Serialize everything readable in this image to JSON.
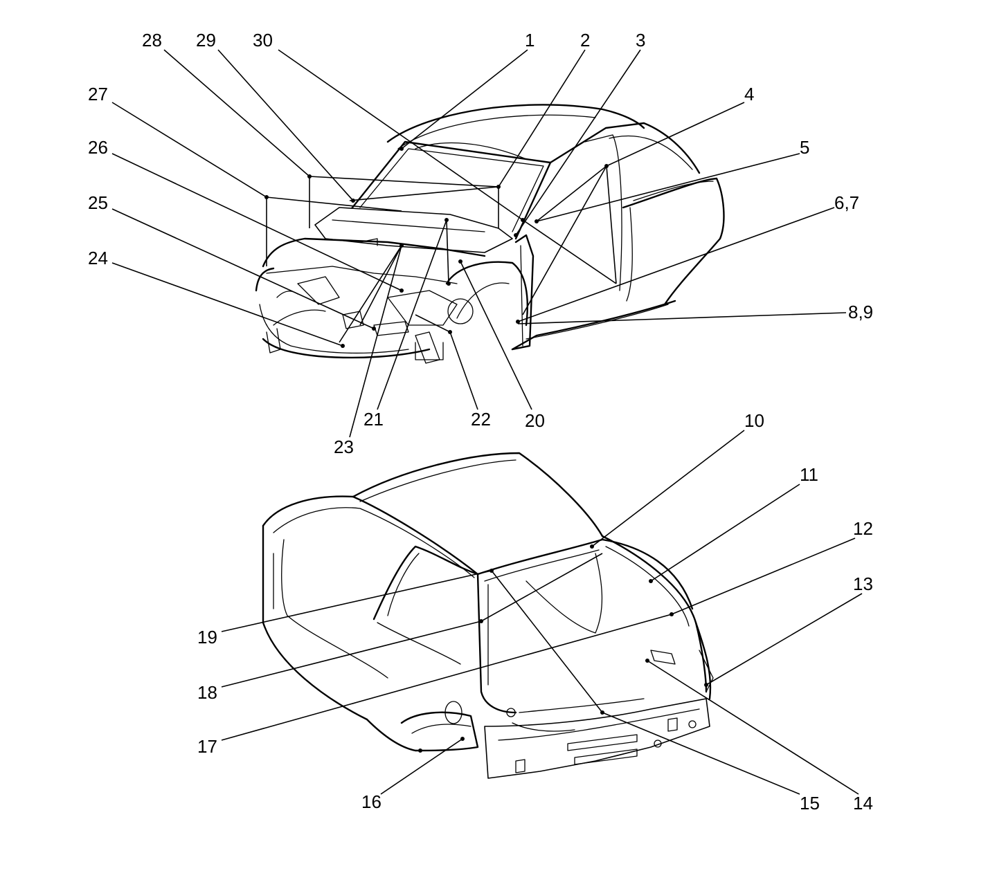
{
  "callouts": {
    "c1": "1",
    "c2": "2",
    "c3": "3",
    "c4": "4",
    "c5": "5",
    "c67": "6,7",
    "c89": "8,9",
    "c10": "10",
    "c11": "11",
    "c12": "12",
    "c13": "13",
    "c14": "14",
    "c15": "15",
    "c16": "16",
    "c17": "17",
    "c18": "18",
    "c19": "19",
    "c20": "20",
    "c21": "21",
    "c22": "22",
    "c23": "23",
    "c24": "24",
    "c25": "25",
    "c26": "26",
    "c27": "27",
    "c28": "28",
    "c29": "29",
    "c30": "30"
  }
}
